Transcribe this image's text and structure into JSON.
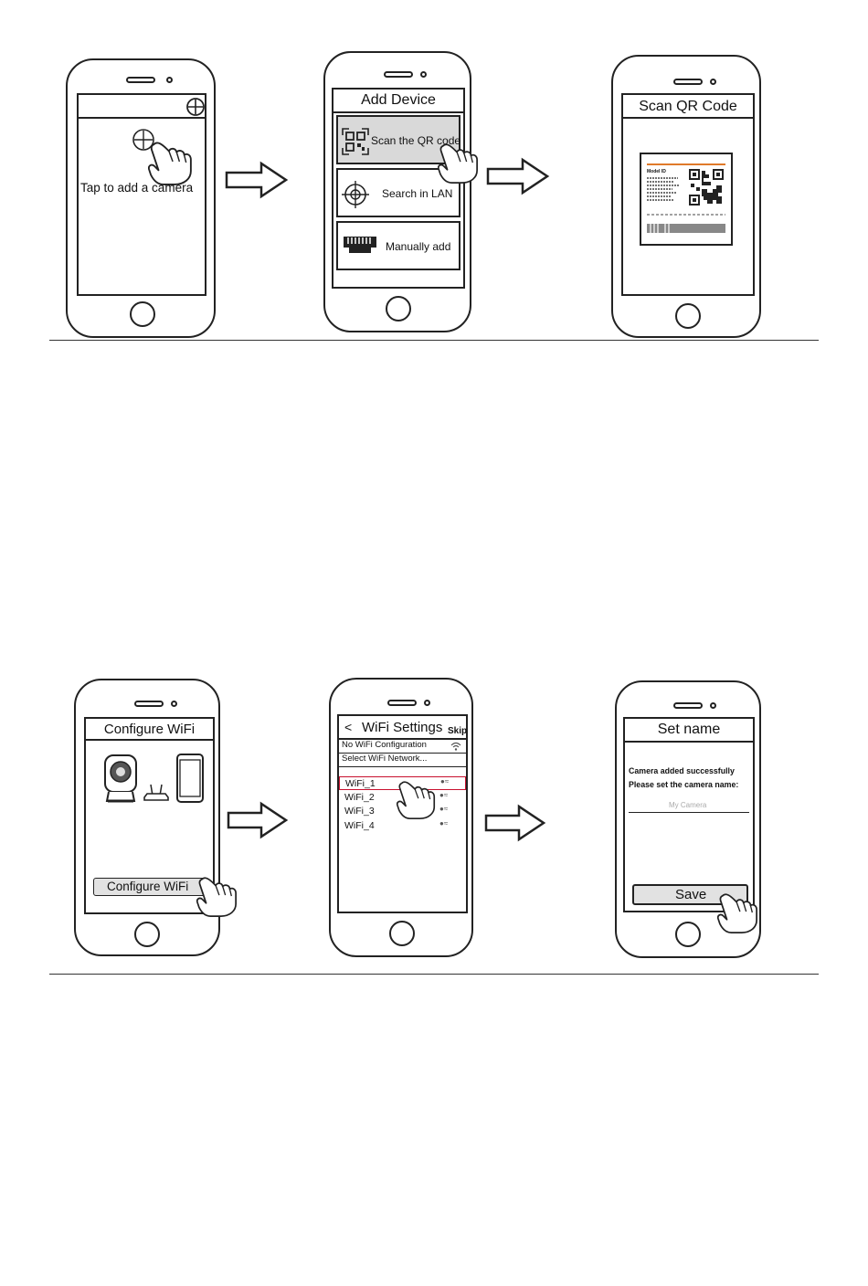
{
  "row1": {
    "screen1": {
      "hint": "Tap  to add a camera"
    },
    "screen2": {
      "title": "Add Device",
      "options": [
        "Scan the QR code",
        "Search in LAN",
        "Manually add"
      ]
    },
    "screen3": {
      "title": "Scan QR Code",
      "label_title": "Model ID"
    }
  },
  "row2": {
    "screen1": {
      "title": "Configure WiFi",
      "button": "Configure WiFi"
    },
    "screen2": {
      "back": "<",
      "title": "WiFi Settings",
      "skip": "Skip",
      "no_config": "No WiFi Configuration",
      "select": "Select WiFi Network...",
      "networks": [
        "WiFi_1",
        "WiFi_2",
        "WiFi_3",
        "WiFi_4"
      ]
    },
    "screen3": {
      "title": "Set name",
      "line1": "Camera added successfully",
      "line2": "Please set the camera name:",
      "placeholder": "My Camera",
      "button": "Save"
    }
  },
  "colors": {
    "highlight": "#c8102e",
    "button_bg": "#e2e2e2",
    "orange": "#e07a2a"
  },
  "icons": [
    "add-circle-icon",
    "hand-pointer-icon",
    "qr-code-icon",
    "crosshair-icon",
    "ethernet-icon",
    "right-arrow-icon",
    "camera-icon",
    "router-icon",
    "smartphone-icon",
    "lock-icon",
    "wifi-icon"
  ]
}
